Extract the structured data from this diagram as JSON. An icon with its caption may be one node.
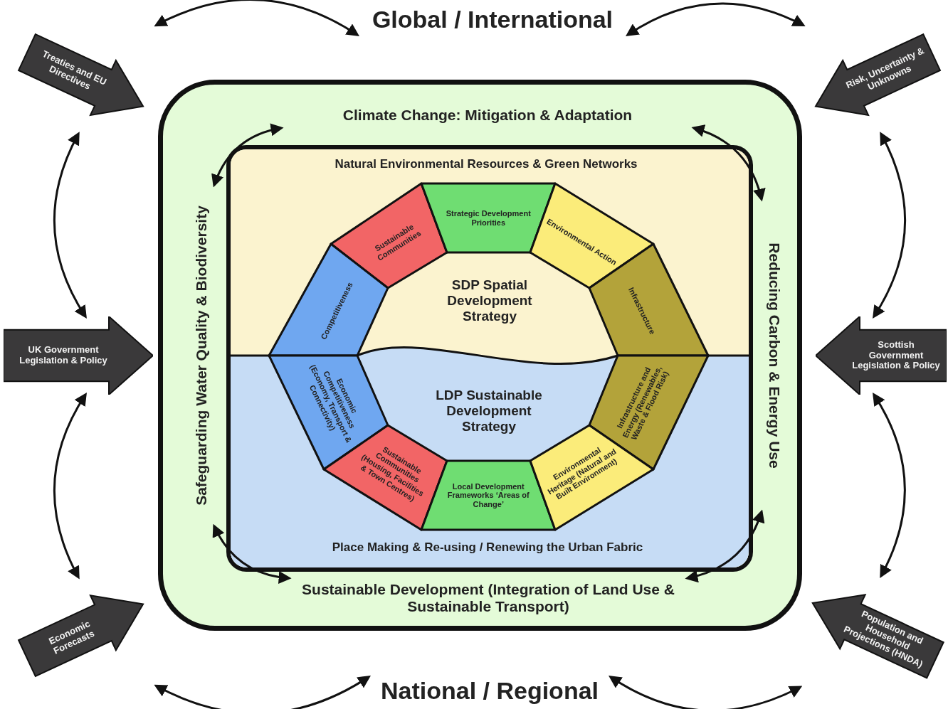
{
  "diagram": {
    "nodes": [
      {
        "text": [
          "Global / International"
        ]
      },
      {
        "text": [
          "Treaties and EU Directives"
        ]
      },
      {
        "text": [
          "Risk, Uncertainty & Unknowns"
        ]
      },
      {
        "text": [
          "UK Government Legislation & Policy"
        ]
      },
      {
        "text": [
          "Scottish Government Legislation & Policy"
        ]
      },
      {
        "text": [
          "Economic Forecasts"
        ]
      },
      {
        "text": [
          "Population and Household Projections (HNDA)"
        ]
      },
      {
        "text": [
          "National / Regional"
        ]
      },
      {
        "text": [],
        "shape": "box"
      },
      {
        "text": [
          "Climate Change: Mitigation & Adaptation"
        ],
        "in": 8
      },
      {
        "text": [
          "Safeguarding Water Quality & Biodiversity"
        ],
        "in": 8
      },
      {
        "text": [
          "Reducing Carbon & Energy Use"
        ],
        "in": 8
      },
      {
        "text": [
          "Sustainable Development (Integration of Land Use & Sustainable Transport)"
        ],
        "in": 8
      },
      {
        "text": [
          "Natural Environmental Resources & Green Networks",
          "Place Making & Re-using / Renewing the Urban Fabric"
        ],
        "in": 8
      },
      {
        "text": [
          "Sustainable Communities"
        ],
        "in": 13
      },
      {
        "text": [
          "Strategic Development Priorities"
        ],
        "in": 13
      },
      {
        "text": [
          "Environmental Action"
        ],
        "in": 13
      },
      {
        "text": [
          "Competitiveness"
        ],
        "in": 13
      },
      {
        "text": [
          "SDP Spatial Development Strategy"
        ],
        "in": 13
      },
      {
        "text": [
          "Infrastructure"
        ],
        "in": 13
      },
      {
        "text": [
          "Economic Competitiveness (Economy, Transport & Connectivity)"
        ],
        "in": 13
      },
      {
        "text": [
          "LDP Sustainable Development Strategy"
        ],
        "in": 13
      },
      {
        "text": [
          "Infrastructure and Energy (Renewables, Waste & Flood Risk)"
        ],
        "in": 13
      },
      {
        "text": [
          "Sustainable Communities (Housing, Facilities & Town Centres)"
        ],
        "in": 13
      },
      {
        "text": [
          "Local Development Frameworks ‘Areas of Change’"
        ],
        "in": 13
      },
      {
        "text": [
          "Environmental Heritage (Natural and Built Environment)"
        ],
        "in": 13
      }
    ],
    "edges": [
      {
        "from": 1,
        "to": 0,
        "arrow": "both"
      },
      {
        "from": 0,
        "to": 2,
        "arrow": "both"
      },
      {
        "from": 2,
        "to": 4,
        "arrow": "both"
      },
      {
        "from": 4,
        "to": 6,
        "arrow": "both"
      },
      {
        "from": 6,
        "to": 7,
        "arrow": "both"
      },
      {
        "from": 7,
        "to": 5,
        "arrow": "both"
      },
      {
        "from": 5,
        "to": 3,
        "arrow": "both"
      },
      {
        "from": 3,
        "to": 1,
        "arrow": "both"
      },
      {
        "from": 9,
        "to": 10,
        "arrow": "both"
      },
      {
        "from": 9,
        "to": 11,
        "arrow": "both"
      },
      {
        "from": 10,
        "to": 12,
        "arrow": "both"
      },
      {
        "from": 11,
        "to": 12,
        "arrow": "both"
      }
    ]
  }
}
